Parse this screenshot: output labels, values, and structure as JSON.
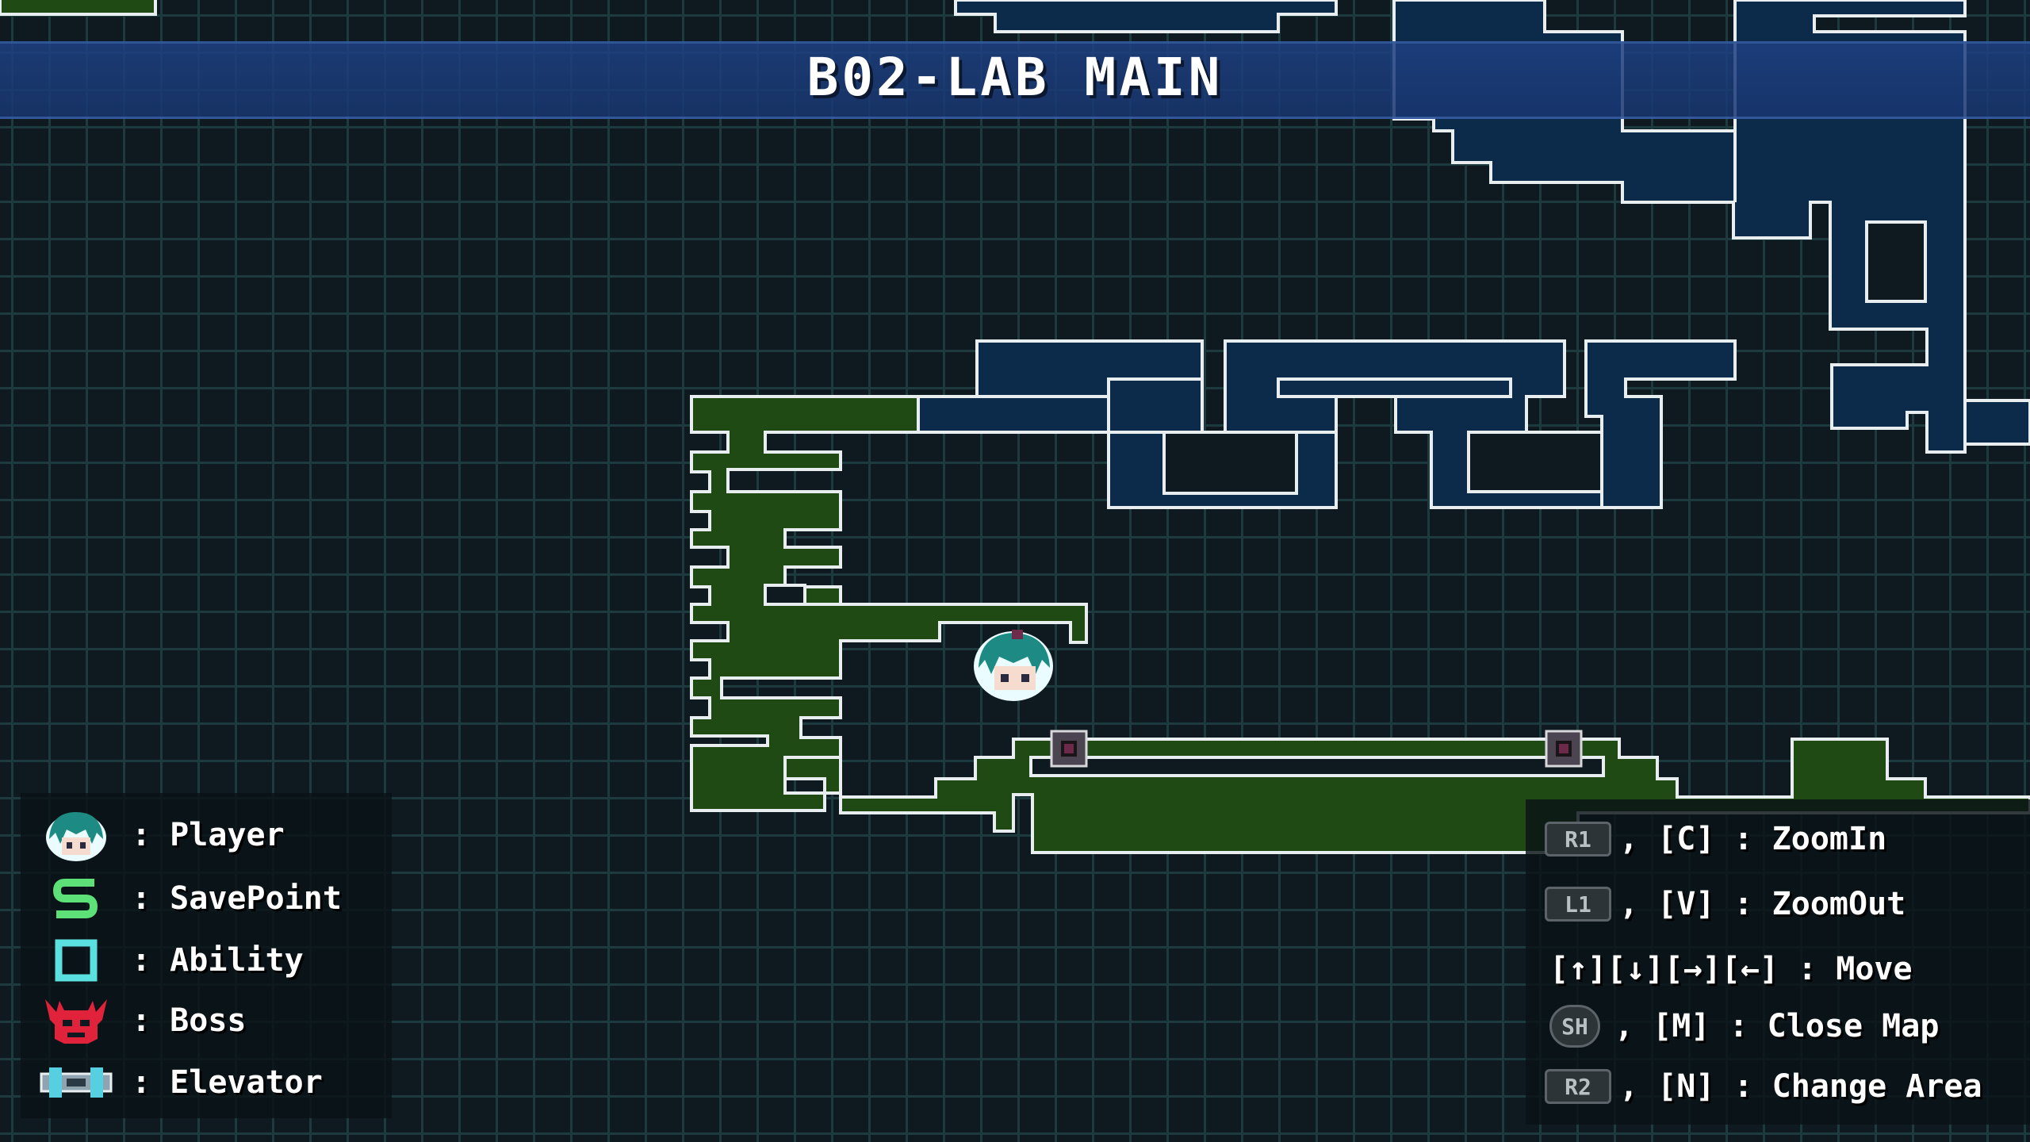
{
  "map": {
    "area_title": "B02-LAB MAIN",
    "colors": {
      "explored_room": "#1f4a14",
      "unexplored_room": "#0c2a4a",
      "room_outline": "#e8eef0",
      "grid_line": "#1d3a3e",
      "background": "#0e1a1f",
      "title_band": "#1e4082"
    }
  },
  "legend": {
    "items": [
      {
        "icon": "player-icon",
        "label": ": Player"
      },
      {
        "icon": "savepoint-icon",
        "label": ": SavePoint"
      },
      {
        "icon": "ability-icon",
        "label": ": Ability"
      },
      {
        "icon": "boss-icon",
        "label": ": Boss"
      },
      {
        "icon": "elevator-icon",
        "label": ": Elevator"
      }
    ]
  },
  "controls": {
    "items": [
      {
        "button": "R1",
        "text": ", [C] : ZoomIn"
      },
      {
        "button": "L1",
        "text": ", [V] : ZoomOut"
      },
      {
        "button": "",
        "text": "[↑][↓][→][←] : Move"
      },
      {
        "button": "SH",
        "text": ", [M] : Close Map"
      },
      {
        "button": "R2",
        "text": ", [N] : Change Area"
      }
    ]
  }
}
